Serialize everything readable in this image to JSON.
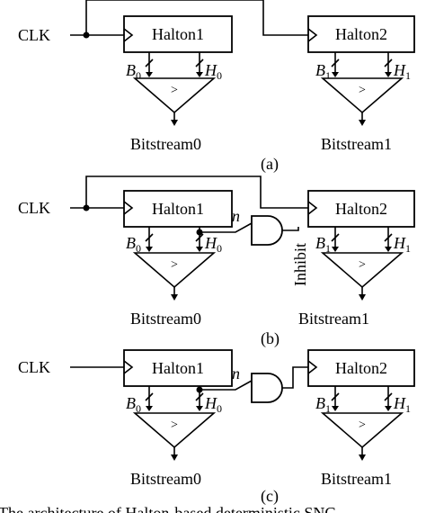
{
  "labels": {
    "clk": "CLK",
    "halton1": "Halton1",
    "halton2": "Halton2",
    "b0_main": "B",
    "b0_sub": "0",
    "h0_main": "H",
    "h0_sub": "0",
    "b1_main": "B",
    "b1_sub": "1",
    "h1_main": "H",
    "h1_sub": "1",
    "comparator": ">",
    "bitstream0": "Bitstream0",
    "bitstream1": "Bitstream1",
    "n": "n",
    "inhibit": "Inhibit",
    "cap_a": "(a)",
    "cap_b": "(b)",
    "cap_c": "(c)",
    "footer": "The architecture of Halton-based deterministic SNG"
  }
}
